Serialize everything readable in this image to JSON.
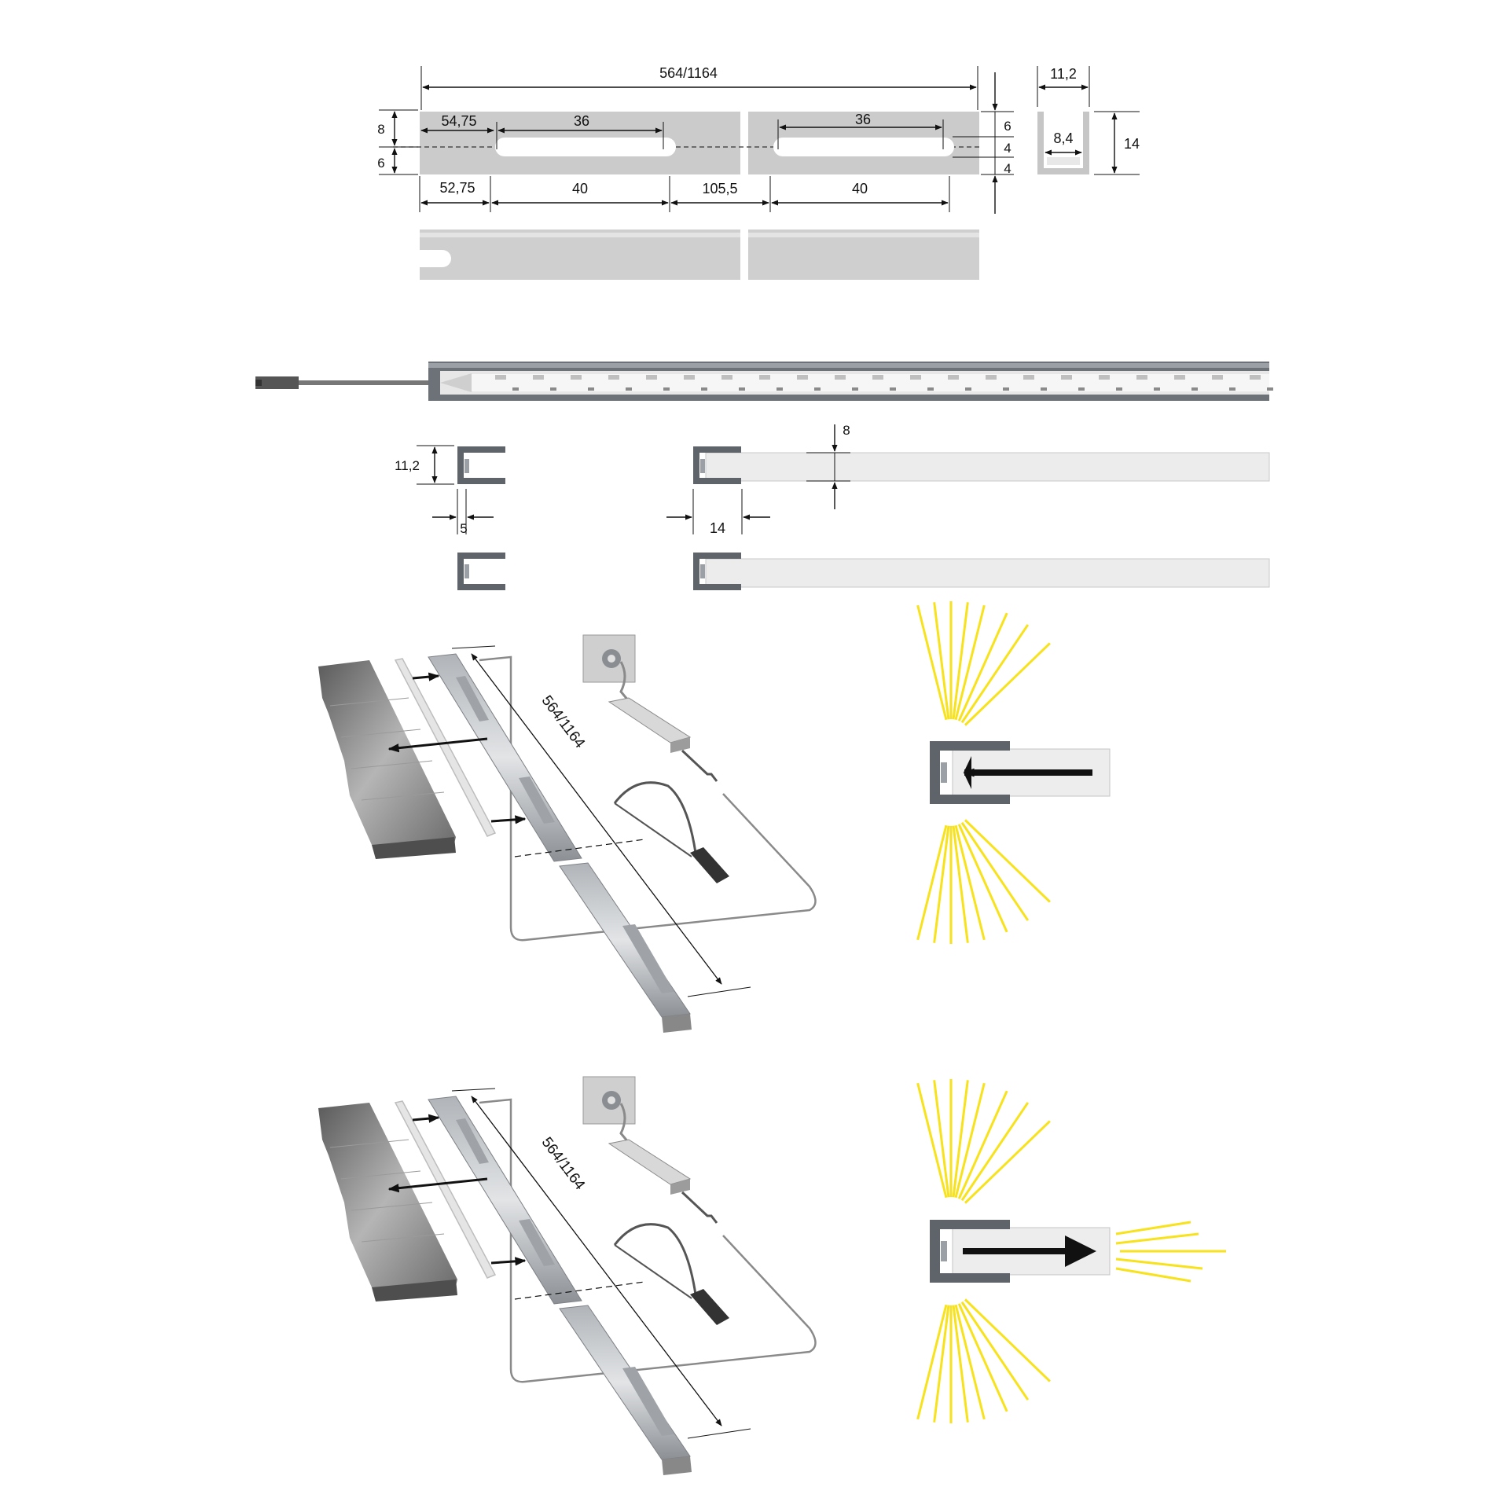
{
  "top_drawing": {
    "overall_length": "564/1164",
    "slot_offset_left": "54,75",
    "slot_length_left": "36",
    "slot_length_right": "36",
    "height_upper": "8",
    "height_lower": "6",
    "bottom_offset": "52,75",
    "bottom_slot_left": "40",
    "bottom_gap": "105,5",
    "bottom_slot_right": "40",
    "right_dim_top": "6",
    "right_dim_mid": "4",
    "right_dim_bottom": "4"
  },
  "profile_section": {
    "width_outer": "11,2",
    "width_inner": "8,4",
    "height": "14"
  },
  "glass_sections": {
    "height_label": "11,2",
    "offset_label": "5",
    "glass_thickness": "8",
    "profile_width": "14"
  },
  "assembly": [
    {
      "length_label": "564/1164"
    },
    {
      "length_label": "564/1164"
    }
  ],
  "colors": {
    "profile": "#c9c9c9",
    "profile_dark": "#6f7378",
    "glass": "#ececec",
    "light_rays": "#f7e21b",
    "shelf": "#8a8a8a"
  }
}
